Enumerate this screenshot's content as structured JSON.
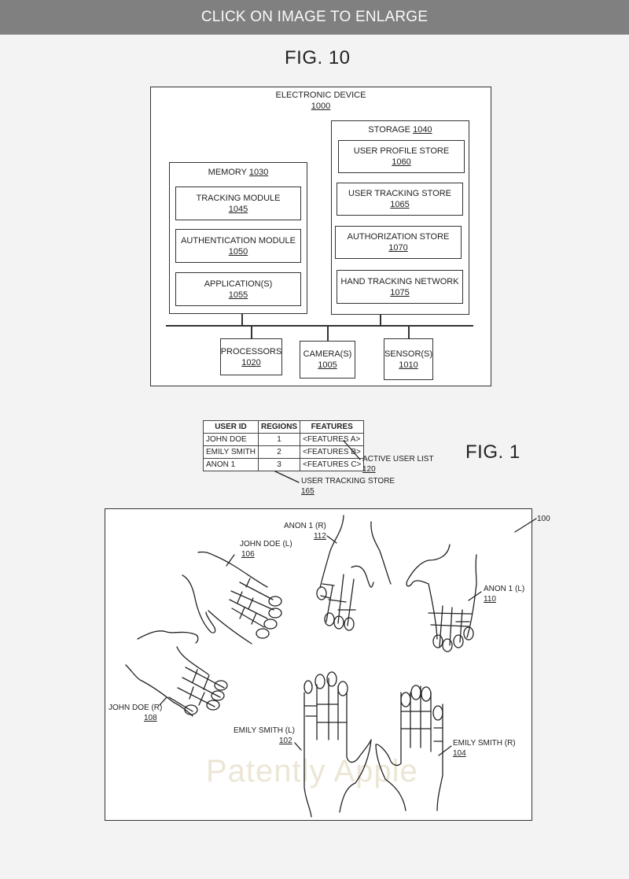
{
  "banner": {
    "text": "CLICK ON IMAGE TO ENLARGE"
  },
  "fig10": {
    "title": "FIG. 10",
    "device": {
      "label": "ELECTRONIC DEVICE",
      "ref": "1000"
    },
    "memory": {
      "label": "MEMORY",
      "ref": "1030",
      "modules": [
        {
          "label": "TRACKING MODULE",
          "ref": "1045"
        },
        {
          "label": "AUTHENTICATION MODULE",
          "ref": "1050"
        },
        {
          "label": "APPLICATION(S)",
          "ref": "1055"
        }
      ]
    },
    "storage": {
      "label": "STORAGE",
      "ref": "1040",
      "stores": [
        {
          "label": "USER PROFILE STORE",
          "ref": "1060"
        },
        {
          "label": "USER TRACKING STORE",
          "ref": "1065"
        },
        {
          "label": "AUTHORIZATION STORE",
          "ref": "1070"
        },
        {
          "label": "HAND TRACKING NETWORK",
          "ref": "1075"
        }
      ]
    },
    "peripherals": [
      {
        "label": "PROCESSORS",
        "ref": "1020"
      },
      {
        "label": "CAMERA(S)",
        "ref": "1005"
      },
      {
        "label": "SENSOR(S)",
        "ref": "1010"
      }
    ]
  },
  "fig1": {
    "title": "FIG. 1",
    "table": {
      "headers": [
        "USER ID",
        "REGIONS",
        "FEATURES"
      ],
      "rows": [
        [
          "JOHN DOE",
          "1",
          "<FEATURES A>"
        ],
        [
          "EMILY SMITH",
          "2",
          "<FEATURES B>"
        ],
        [
          "ANON 1",
          "3",
          "<FEATURES C>"
        ]
      ]
    },
    "active_user_list": {
      "label": "ACTIVE USER LIST",
      "ref": "120"
    },
    "user_tracking_store": {
      "label": "USER TRACKING STORE",
      "ref": "165"
    },
    "scene_ref": "100",
    "hands": [
      {
        "label": "JOHN DOE (L)",
        "ref": "106"
      },
      {
        "label": "ANON 1 (R)",
        "ref": "112"
      },
      {
        "label": "ANON 1 (L)",
        "ref": "110"
      },
      {
        "label": "JOHN DOE (R)",
        "ref": "108"
      },
      {
        "label": "EMILY SMITH (L)",
        "ref": "102"
      },
      {
        "label": "EMILY SMITH (R)",
        "ref": "104"
      }
    ]
  },
  "watermark": "Patently Apple"
}
